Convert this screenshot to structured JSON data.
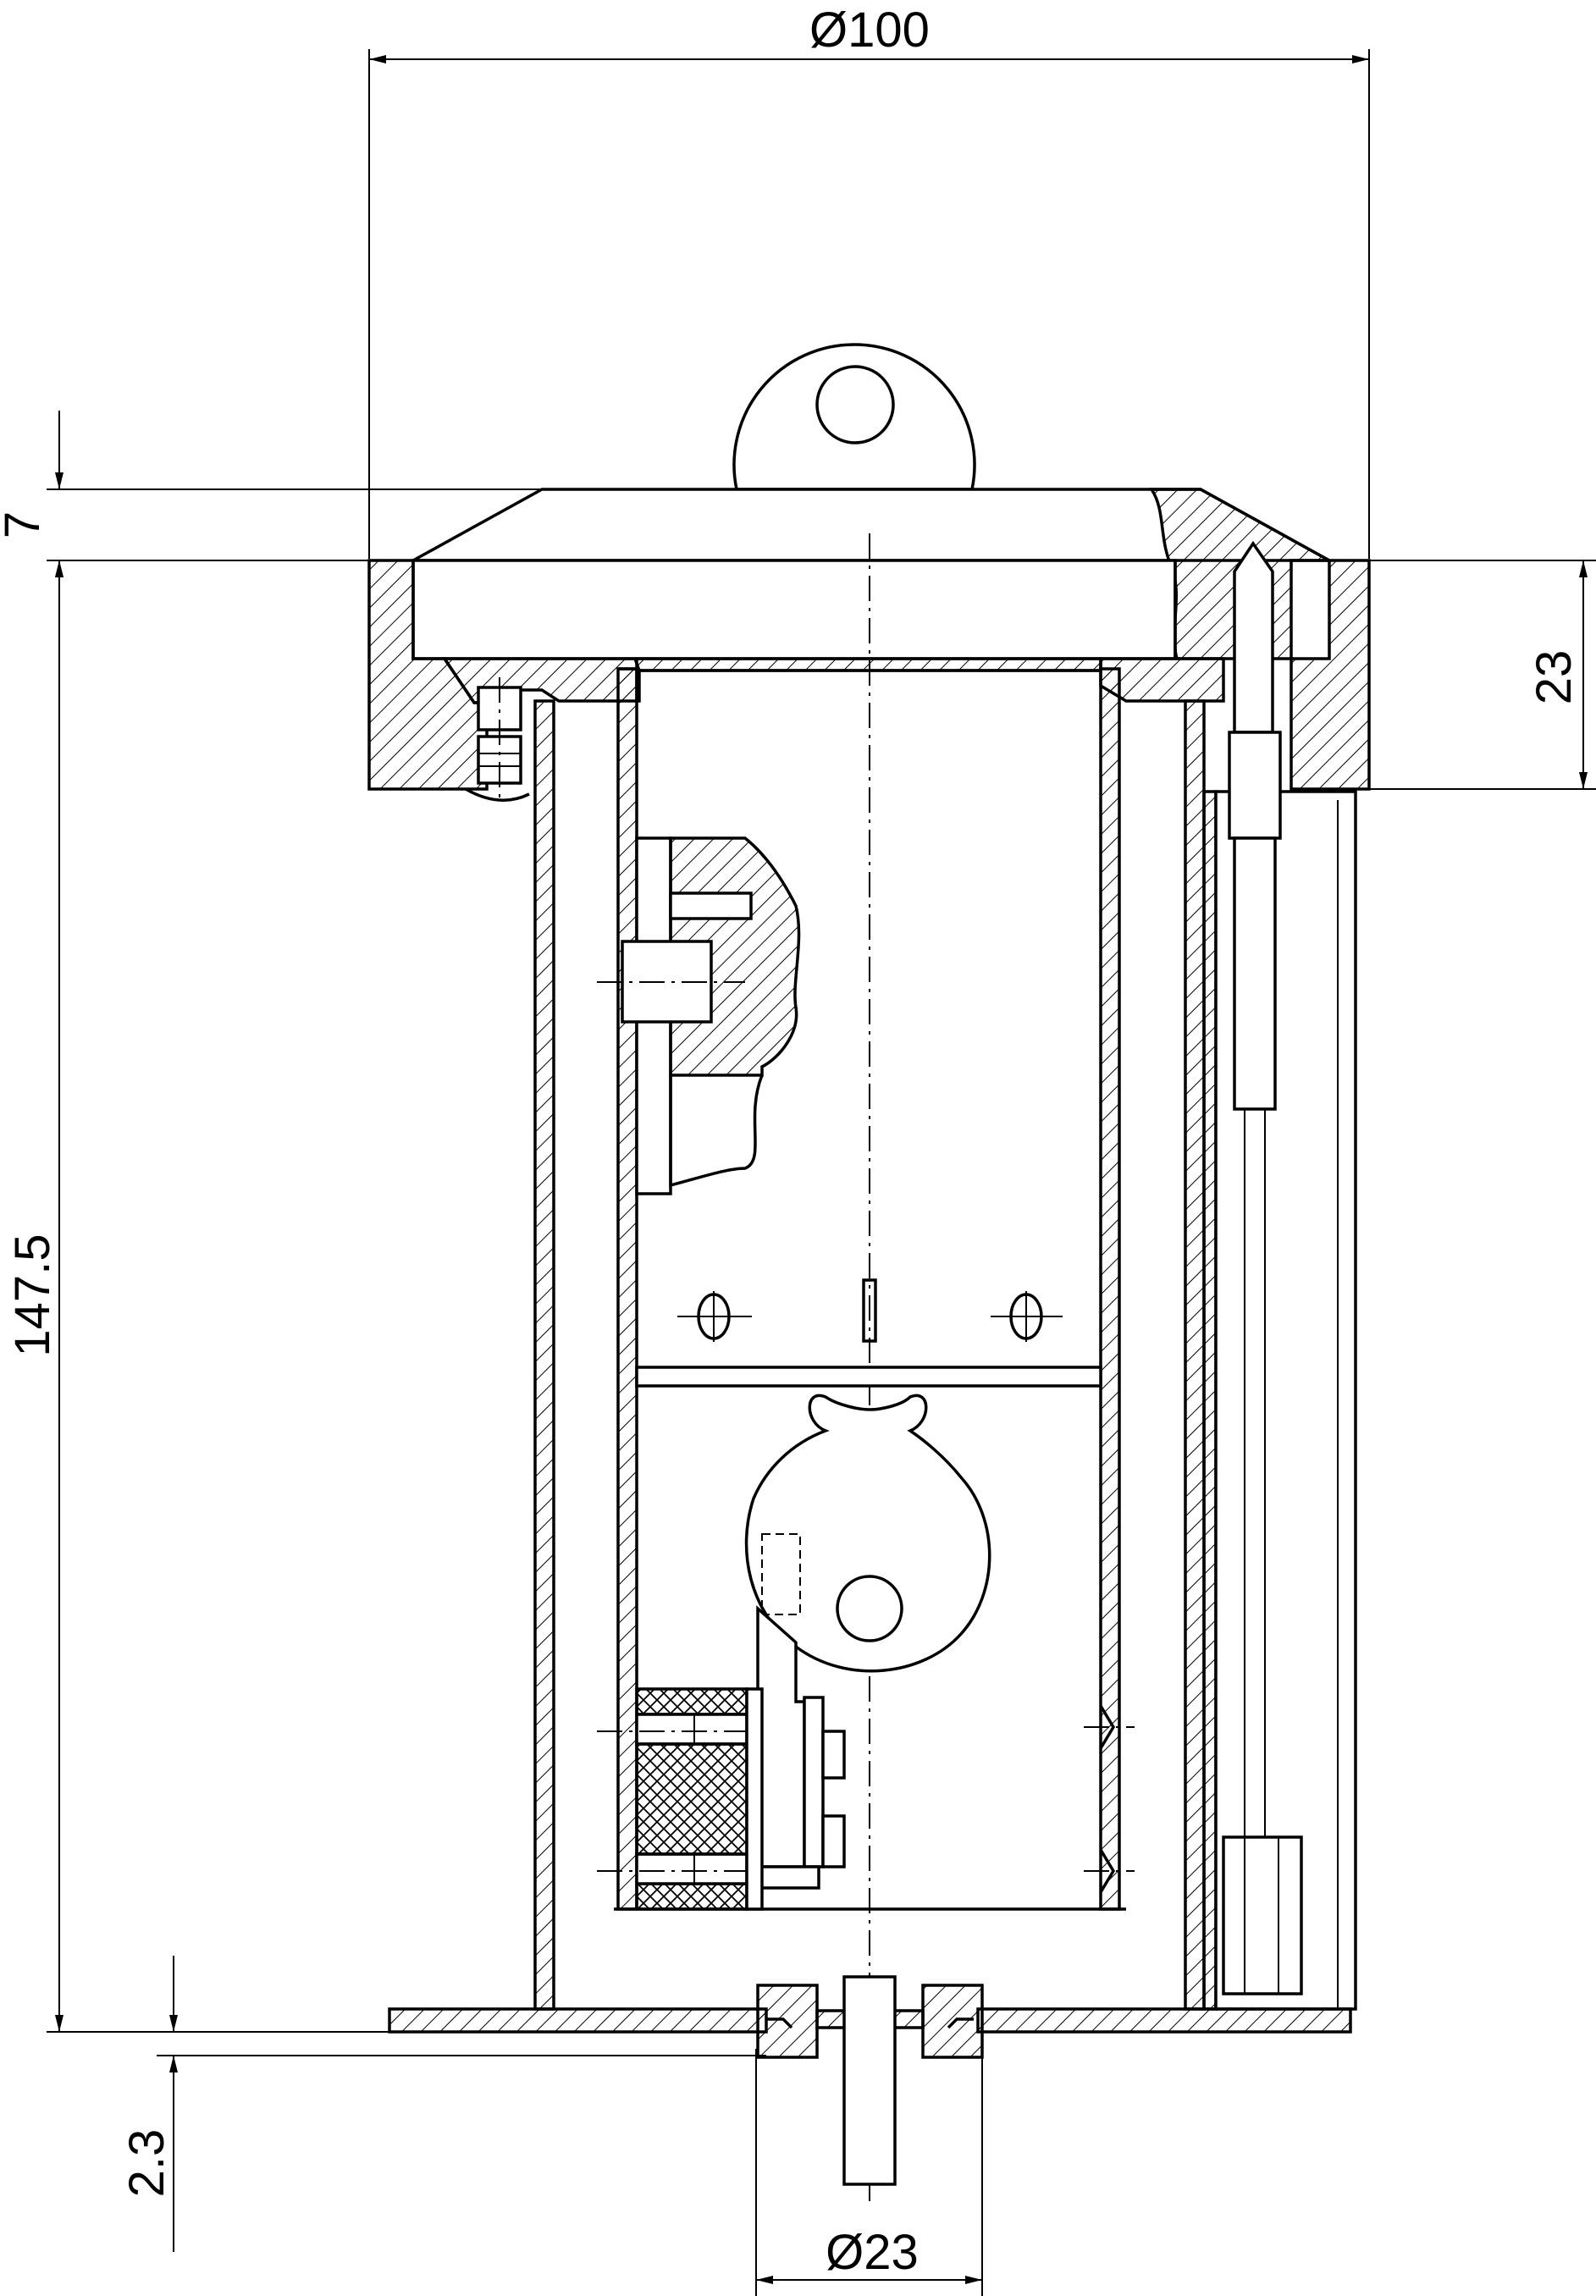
{
  "dimensions": {
    "outer_diameter": "Ø100",
    "lid_rise": "7",
    "top_ring": "23",
    "body_height": "147.5",
    "base_gap": "2.3",
    "shaft_diameter": "Ø23"
  }
}
